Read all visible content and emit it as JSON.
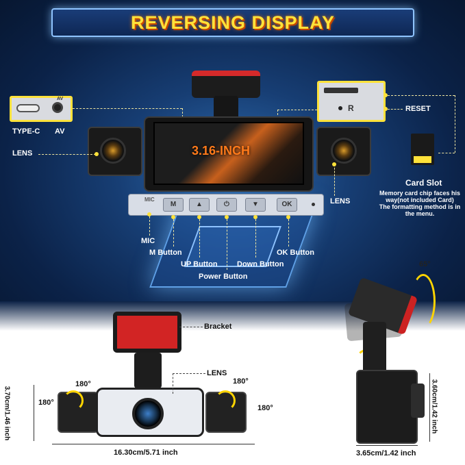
{
  "title": "REVERSING DISPLAY",
  "screen_label": "3.16-INCH",
  "ports": {
    "typec": "TYPE-C",
    "av": "AV",
    "av_mark": "AV"
  },
  "left_lens": "LENS",
  "right_lens": "LENS",
  "reset": "RESET",
  "slot_mark": "R",
  "card_slot": {
    "title": "Card Slot",
    "note_lines": [
      "Memory card chip faces his",
      "way(not included Card)",
      "The formatting method is in",
      "the menu."
    ]
  },
  "buttons": {
    "mic_mark": "MIC",
    "m": "M",
    "up": "▲",
    "power": "⏻",
    "down": "▼",
    "ok": "OK"
  },
  "callouts": {
    "mic": "MIC",
    "m_button": "M Button",
    "up_button": "UP Button",
    "power_button": "Power Button",
    "down_button": "Down Button",
    "ok_button": "OK Button"
  },
  "angle_65": "65°",
  "bracket": "Bracket",
  "bottom_lens": "LENS",
  "rotations": {
    "a": "180°",
    "b": "180°",
    "c": "180°",
    "d": "180°"
  },
  "dimensions": {
    "left_height": "3.70cm/1.46 inch",
    "left_width": "16.30cm/5.71 inch",
    "right_height": "3.60cm/1.42 inch",
    "right_width": "3.65cm/1.42 inch"
  }
}
